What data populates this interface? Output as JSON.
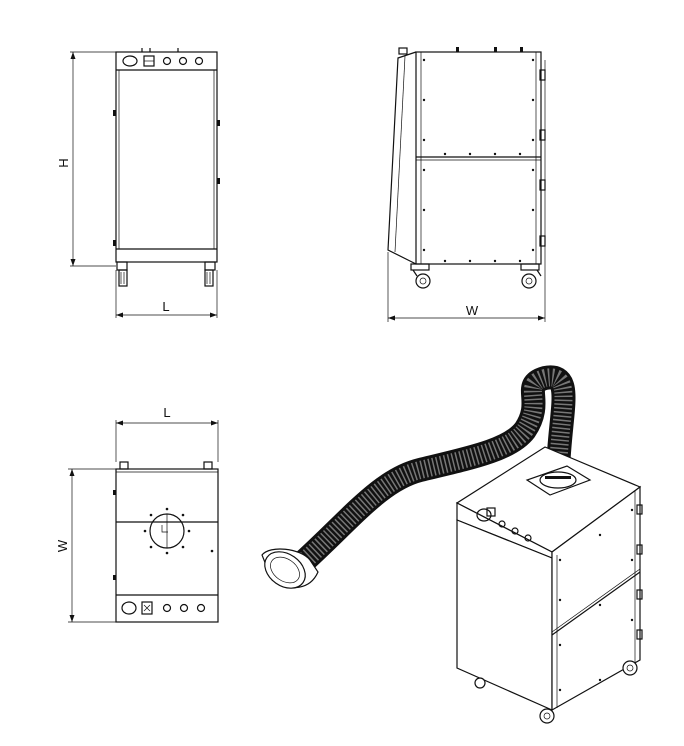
{
  "views": {
    "front": {
      "height_label": "H",
      "length_label": "L"
    },
    "side": {
      "width_label": "W"
    },
    "top": {
      "length_label": "L",
      "width_label": "W"
    }
  }
}
